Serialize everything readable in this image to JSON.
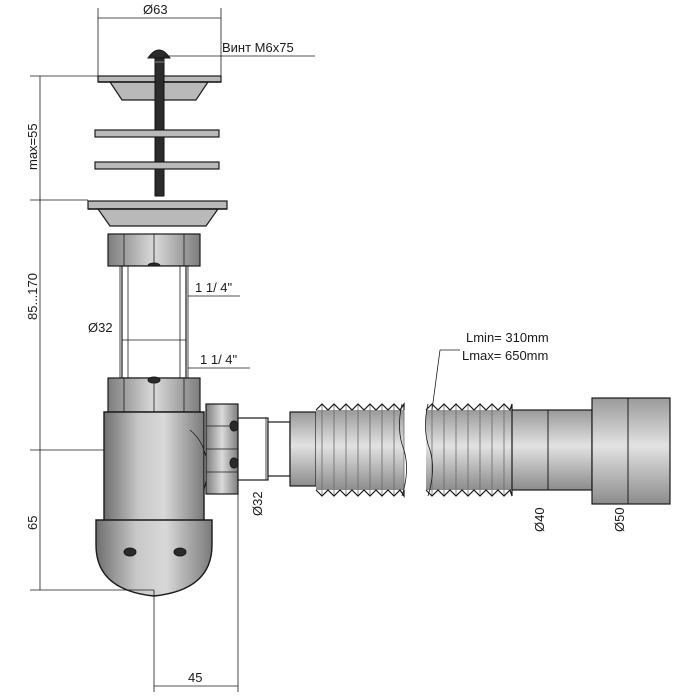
{
  "dimensions": {
    "top_diameter": "Ø63",
    "screw": "Винт М6х75",
    "max_height": "max=55",
    "range_height": "85...170",
    "thread_upper": "1 1/ 4\"",
    "thread_lower": "1 1/ 4\"",
    "pipe_diameter": "Ø32",
    "outlet_diameter": "Ø32",
    "bottle_height": "65",
    "offset": "45",
    "hose_lmin": "Lmin= 310mm",
    "hose_lmax": "Lmax= 650mm",
    "adapter_small": "Ø40",
    "adapter_large": "Ø50"
  }
}
